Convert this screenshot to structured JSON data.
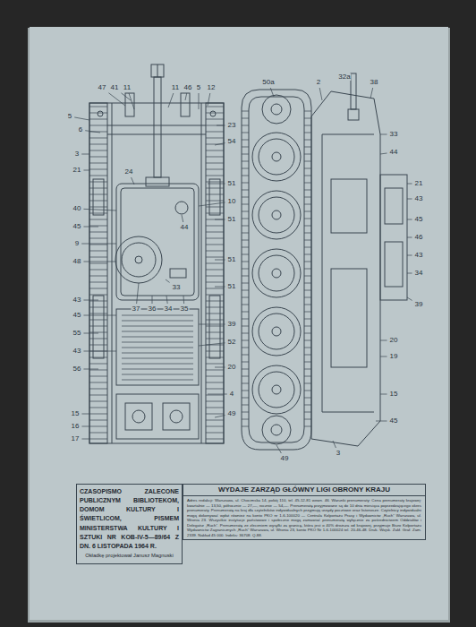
{
  "diagram": {
    "nodes": [
      {
        "text": [
          "CZASOPISMO ZALECONE PUBLICZNYM BIBLIOTEKOM, DOMOM KULTURY I ŚWIETLICOM, PISMEM MINISTERSTWA KULTURY I SZTUKI NR KOB-IV-5—89/64 Z DN. 6 LISTOPADA 1964 R.",
          "Okładkę projektował Janusz Magnuski"
        ]
      },
      {
        "text": [
          "WYDAJE ZARZĄD GŁÓWNY LIGI OBRONY KRAJU",
          "Adres redakcji: Warszawa, ul. Chocimska 14, pokój 110, tel. 45-12-81 wewn. 46. Warunki prenumeraty: Cena prenumeraty krajowej: kwartalnie — 13,50, półrocznie — 27,—, rocznie — 54,—. Prenumeratę przyjmowane są do 10 dnia miesiąca poprzedzającego okres prenumeraty. Prenumeratę na kraj dla czytelników indywidualnych przyjmują urzędy pocztowe oraz listonosze. Czytelnicy indywidualni mogą dokonywać wpłat również na konto PKO nr 1-6-100020 — Centrala Kolportażu Prasy i Wydawnictw „Ruch” Warszawa, ul. Wronia 23. Wszystkie instytucje państwowe i społeczne mogą zamawiać prenumeratę wyłącznie za pośrednictwem Oddziałów i Delegatur „Ruch”. Prenumeratę ze zleceniem wysyłki za granicę, która jest o 40% droższa od krajowej, przyjmuje Biuro Kolportażu Wydawnictw Zagranicznych „Ruch” Warszawa, ul. Wronia 23, konto PKO Nr 1-6-100024 tel. 20-46-48. Druk. Wojsk. Zakł. Graf. Zam. 2339. Nakład 45 000. Indeks: 36708. Q-88."
        ]
      }
    ],
    "labels": [
      "47",
      "41",
      "11",
      "11",
      "46",
      "5",
      "12",
      "5",
      "6",
      "23",
      "54",
      "51",
      "10",
      "51",
      "51",
      "51",
      "39",
      "52",
      "20",
      "4",
      "49",
      "3",
      "21",
      "40",
      "45",
      "9",
      "48",
      "43",
      "45",
      "55",
      "43",
      "56",
      "15",
      "16",
      "17",
      "24",
      "44",
      "37",
      "36",
      "34",
      "35",
      "33",
      "50a",
      "2",
      "32a",
      "38",
      "33",
      "44",
      "21",
      "43",
      "45",
      "46",
      "43",
      "34",
      "39",
      "20",
      "19",
      "15",
      "45",
      "3",
      "49"
    ]
  }
}
